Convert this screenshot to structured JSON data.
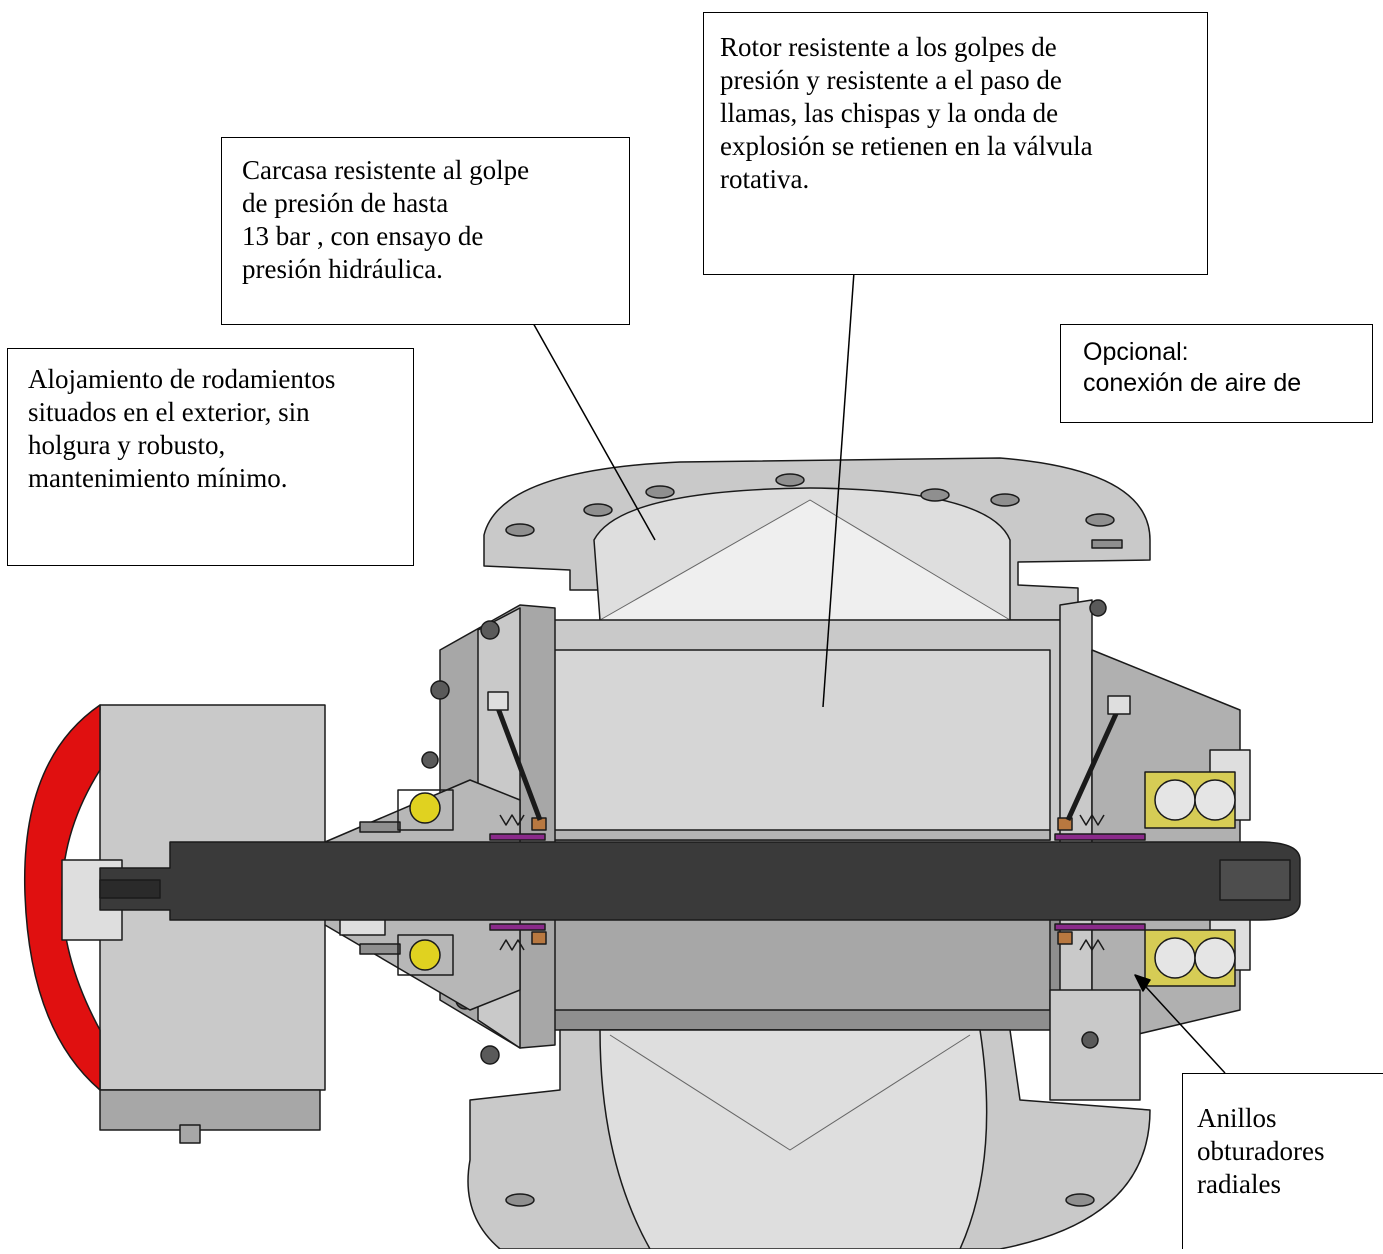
{
  "callouts": {
    "rotor": "Rotor resistente a los  golpes de\npresión y resistente a el paso de\nllamas, las chispas y la onda de\nexplosión se retienen en la válvula\nrotativa.",
    "carcasa": "Carcasa resistente al golpe\nde presión de hasta\n13 bar , con ensayo de\npresión hidráulica.",
    "opcional": "Opcional:\nconexión de aire de",
    "alojamiento": "Alojamiento de rodamientos\nsituados en el exterior, sin\nholgura y robusto,\nmantenimiento mínimo.",
    "anillos": "Anillos\nobturadores\nradiales"
  },
  "colors": {
    "housing": "#c9c9c9",
    "housing_light": "#dedede",
    "housing_dark": "#8f8f8f",
    "shaft": "#3a3a3a",
    "drive_cap": "#e01010",
    "bearing_ball": "#e0d220",
    "seal": "#8a2a8a",
    "gasket": "#b87840"
  }
}
